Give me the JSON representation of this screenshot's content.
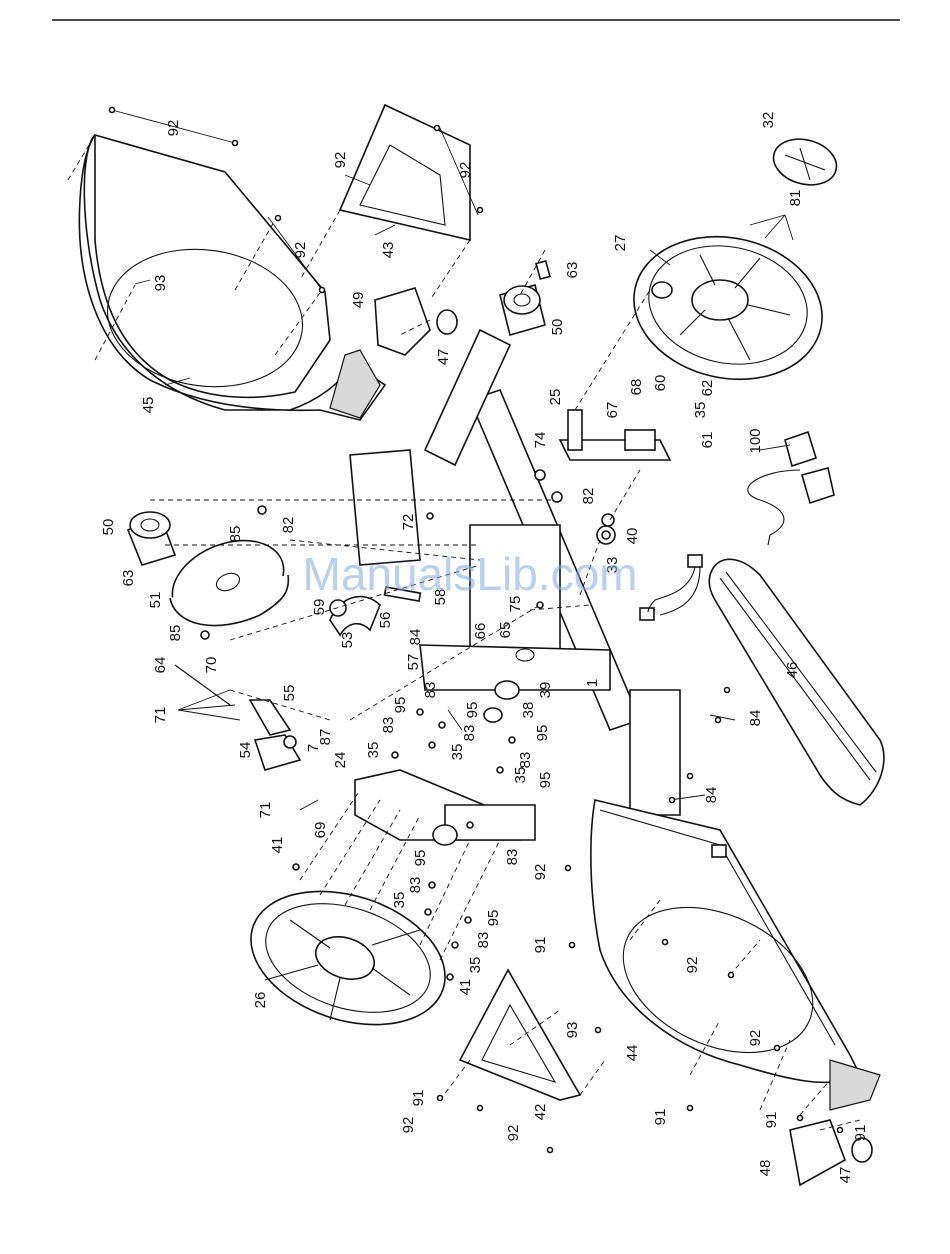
{
  "watermark": "ManualsLib.com",
  "colors": {
    "ink": "#111111",
    "paper": "#ffffff",
    "watermark": "#7fa8e0"
  },
  "callouts": [
    {
      "id": "c0",
      "text": "92"
    },
    {
      "id": "c1",
      "text": "92"
    },
    {
      "id": "c2",
      "text": "92"
    },
    {
      "id": "c3",
      "text": "92"
    },
    {
      "id": "c4",
      "text": "93"
    },
    {
      "id": "c5",
      "text": "43"
    },
    {
      "id": "c6",
      "text": "45"
    },
    {
      "id": "c7",
      "text": "49"
    },
    {
      "id": "c8",
      "text": "47"
    },
    {
      "id": "c9",
      "text": "50"
    },
    {
      "id": "c10",
      "text": "63"
    },
    {
      "id": "c11",
      "text": "32"
    },
    {
      "id": "c12",
      "text": "81"
    },
    {
      "id": "c13",
      "text": "27"
    },
    {
      "id": "c14",
      "text": "25"
    },
    {
      "id": "c15",
      "text": "67"
    },
    {
      "id": "c16",
      "text": "68"
    },
    {
      "id": "c17",
      "text": "60"
    },
    {
      "id": "c18",
      "text": "62"
    },
    {
      "id": "c19",
      "text": "35"
    },
    {
      "id": "c20",
      "text": "61"
    },
    {
      "id": "c21",
      "text": "74"
    },
    {
      "id": "c22",
      "text": "82"
    },
    {
      "id": "c23",
      "text": "100"
    },
    {
      "id": "c24",
      "text": "72"
    },
    {
      "id": "c25",
      "text": "50"
    },
    {
      "id": "c26",
      "text": "85"
    },
    {
      "id": "c27",
      "text": "82"
    },
    {
      "id": "c28",
      "text": "40"
    },
    {
      "id": "c29",
      "text": "33"
    },
    {
      "id": "c30",
      "text": "63"
    },
    {
      "id": "c31",
      "text": "51"
    },
    {
      "id": "c32",
      "text": "59"
    },
    {
      "id": "c33",
      "text": "56"
    },
    {
      "id": "c34",
      "text": "58"
    },
    {
      "id": "c35",
      "text": "66"
    },
    {
      "id": "c36",
      "text": "65"
    },
    {
      "id": "c37",
      "text": "75"
    },
    {
      "id": "c38",
      "text": "85"
    },
    {
      "id": "c39",
      "text": "53"
    },
    {
      "id": "c40",
      "text": "84"
    },
    {
      "id": "c41",
      "text": "57"
    },
    {
      "id": "c42",
      "text": "64"
    },
    {
      "id": "c43",
      "text": "70"
    },
    {
      "id": "c44",
      "text": "55"
    },
    {
      "id": "c45",
      "text": "71"
    },
    {
      "id": "c46",
      "text": "87"
    },
    {
      "id": "c47",
      "text": "7"
    },
    {
      "id": "c48",
      "text": "83"
    },
    {
      "id": "c49",
      "text": "95"
    },
    {
      "id": "c50",
      "text": "83"
    },
    {
      "id": "c51",
      "text": "95"
    },
    {
      "id": "c52",
      "text": "35"
    },
    {
      "id": "c53",
      "text": "83"
    },
    {
      "id": "c54",
      "text": "35"
    },
    {
      "id": "c55",
      "text": "39"
    },
    {
      "id": "c56",
      "text": "38"
    },
    {
      "id": "c57",
      "text": "1"
    },
    {
      "id": "c58",
      "text": "54"
    },
    {
      "id": "c59",
      "text": "24"
    },
    {
      "id": "c60",
      "text": "83"
    },
    {
      "id": "c61",
      "text": "95"
    },
    {
      "id": "c62",
      "text": "35"
    },
    {
      "id": "c63",
      "text": "95"
    },
    {
      "id": "c64",
      "text": "46"
    },
    {
      "id": "c65",
      "text": "84"
    },
    {
      "id": "c66",
      "text": "84"
    },
    {
      "id": "c67",
      "text": "71"
    },
    {
      "id": "c68",
      "text": "69"
    },
    {
      "id": "c69",
      "text": "41"
    },
    {
      "id": "c70",
      "text": "83"
    },
    {
      "id": "c71",
      "text": "95"
    },
    {
      "id": "c72",
      "text": "35"
    },
    {
      "id": "c73",
      "text": "83"
    },
    {
      "id": "c74",
      "text": "92"
    },
    {
      "id": "c75",
      "text": "95"
    },
    {
      "id": "c76",
      "text": "83"
    },
    {
      "id": "c77",
      "text": "35"
    },
    {
      "id": "c78",
      "text": "91"
    },
    {
      "id": "c79",
      "text": "41"
    },
    {
      "id": "c80",
      "text": "26"
    },
    {
      "id": "c81",
      "text": "92"
    },
    {
      "id": "c82",
      "text": "93"
    },
    {
      "id": "c83",
      "text": "92"
    },
    {
      "id": "c84",
      "text": "44"
    },
    {
      "id": "c85",
      "text": "91"
    },
    {
      "id": "c86",
      "text": "92"
    },
    {
      "id": "c87",
      "text": "92"
    },
    {
      "id": "c88",
      "text": "42"
    },
    {
      "id": "c89",
      "text": "91"
    },
    {
      "id": "c90",
      "text": "91"
    },
    {
      "id": "c91",
      "text": "91"
    },
    {
      "id": "c92",
      "text": "48"
    },
    {
      "id": "c93",
      "text": "47"
    }
  ]
}
